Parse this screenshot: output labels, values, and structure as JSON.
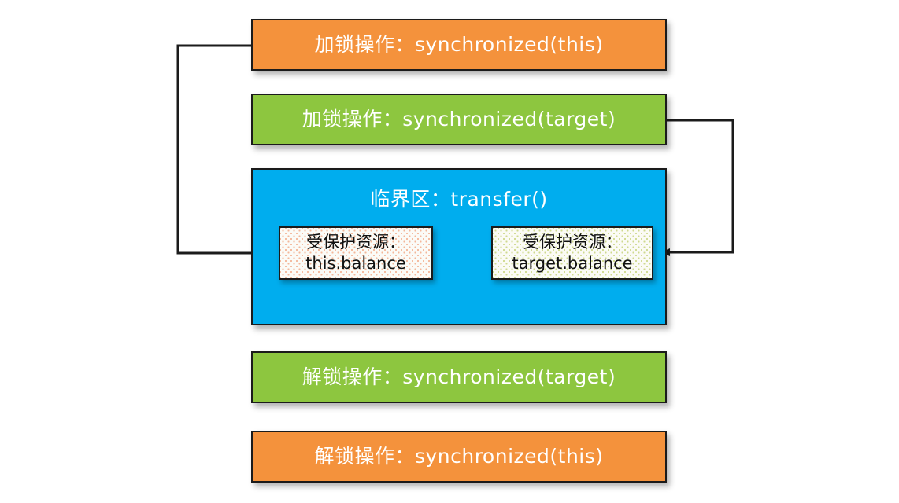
{
  "diagram": {
    "title_hidden": "",
    "blocks": [
      {
        "id": "lock-this",
        "label": "加锁操作：synchronized(this)",
        "color": "#F4923C"
      },
      {
        "id": "lock-target",
        "label": "加锁操作：synchronized(target)",
        "color": "#8DC63F"
      },
      {
        "id": "critical",
        "label": "临界区：transfer()",
        "color": "#00ADEE"
      },
      {
        "id": "unlock-target",
        "label": "解锁操作：synchronized(target)",
        "color": "#8DC63F"
      },
      {
        "id": "unlock-this",
        "label": "解锁操作：synchronized(this)",
        "color": "#F4923C"
      }
    ],
    "resources": [
      {
        "id": "this-balance",
        "line1": "受保护资源：",
        "line2": "this.balance",
        "dot_color": "#F3B79A"
      },
      {
        "id": "target-balance",
        "line1": "受保护资源：",
        "line2": "target.balance",
        "dot_color": "#CFD98E"
      }
    ],
    "connectors": [
      {
        "id": "this-lock-to-this-balance",
        "from": "lock-this",
        "to": "this-balance",
        "color": "#1b1b1b"
      },
      {
        "id": "target-lock-to-target-balance",
        "from": "lock-target",
        "to": "target-balance",
        "color": "#1b1b1b"
      }
    ],
    "colors": {
      "orange": "#F4923C",
      "green": "#8DC63F",
      "blue": "#00ADEE",
      "outline": "#1b1b1b",
      "label_text": "#FFFFFF",
      "resource_text": "#111111",
      "background": "#FFFFFF"
    }
  }
}
